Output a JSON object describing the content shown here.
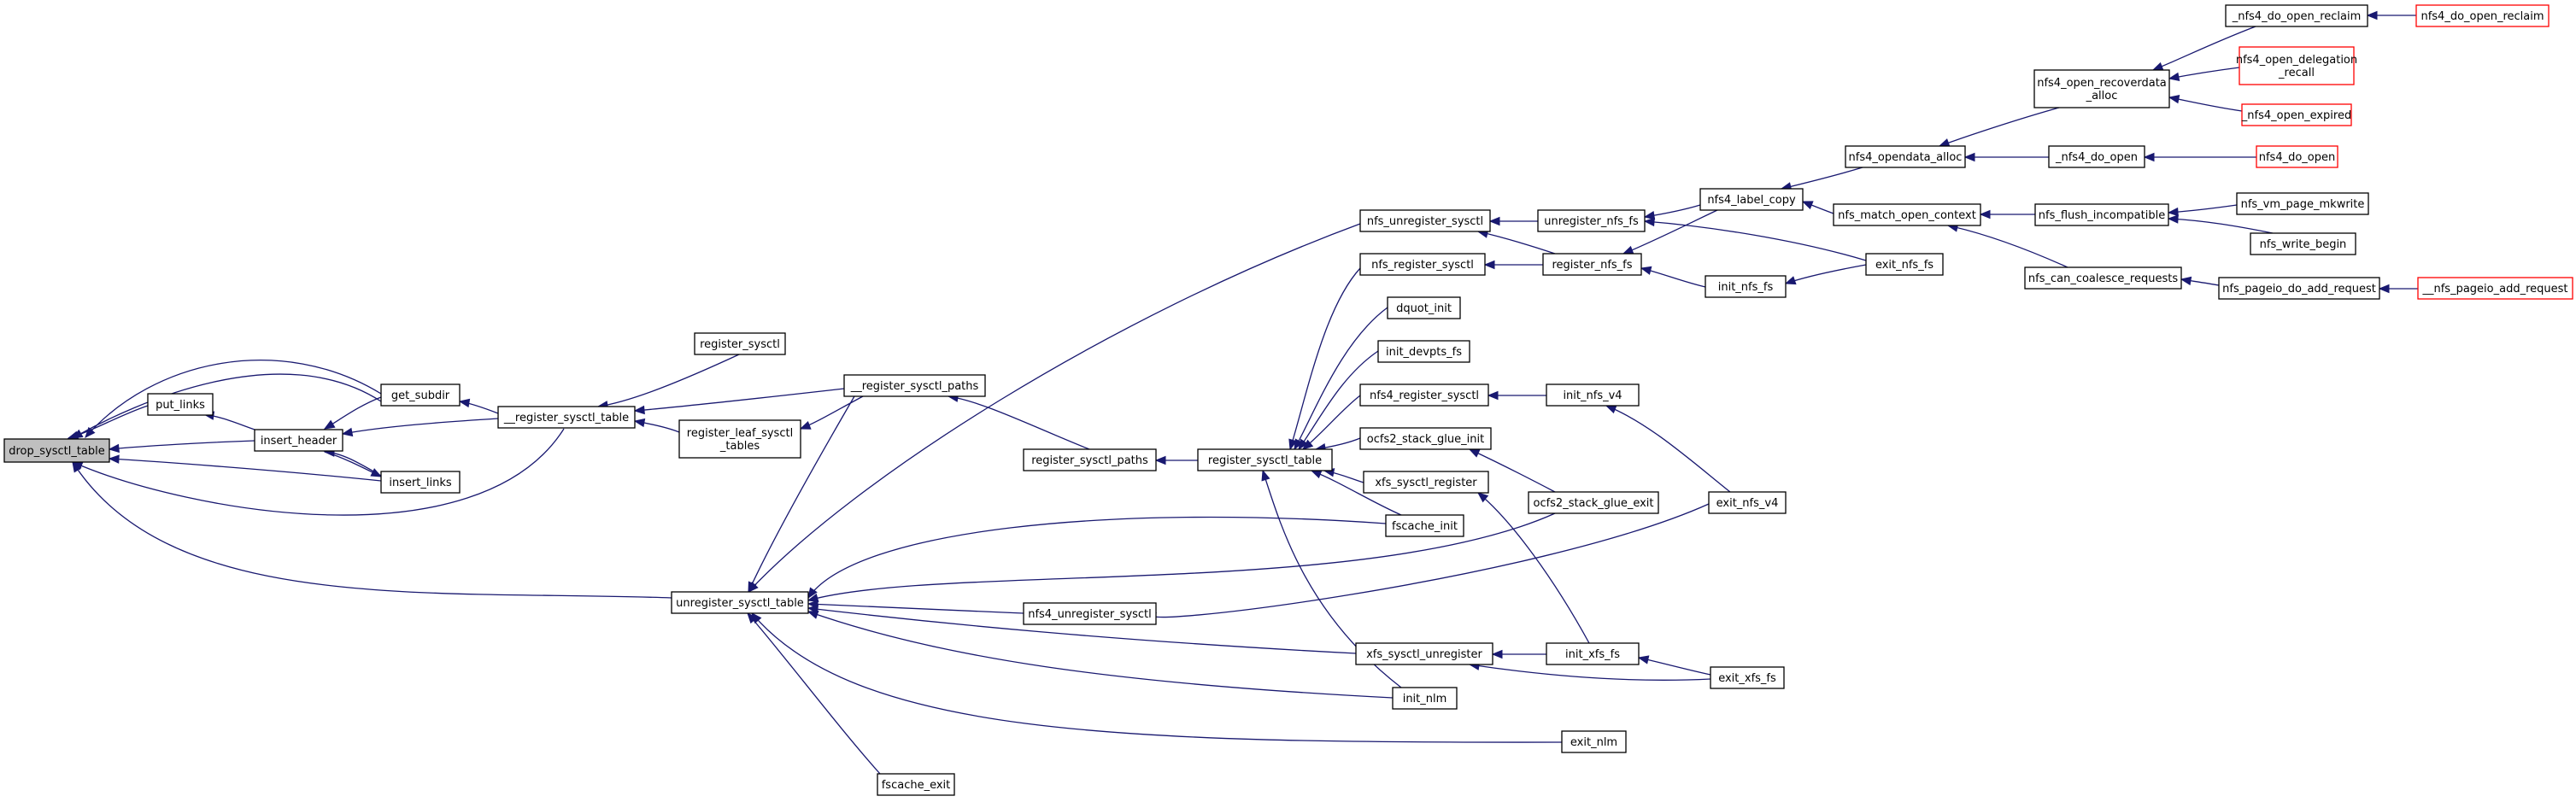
{
  "graph": {
    "type": "call-graph",
    "colors": {
      "edge": "#191970",
      "root_fill": "#bfbfbf",
      "node_border": "#000000",
      "truncated_border": "#ff0000"
    },
    "nodes": [
      {
        "id": "drop",
        "lines": [
          "drop_sysctl_table"
        ],
        "root": true
      },
      {
        "id": "put_links",
        "lines": [
          "put_links"
        ]
      },
      {
        "id": "insert_header",
        "lines": [
          "insert_header"
        ]
      },
      {
        "id": "get_subdir",
        "lines": [
          "get_subdir"
        ]
      },
      {
        "id": "insert_links",
        "lines": [
          "insert_links"
        ]
      },
      {
        "id": "__register_sysctl_table",
        "lines": [
          "__register_sysctl_table"
        ]
      },
      {
        "id": "register_sysctl",
        "lines": [
          "register_sysctl"
        ]
      },
      {
        "id": "register_leaf",
        "lines": [
          "register_leaf_sysctl",
          "_tables"
        ]
      },
      {
        "id": "__register_sysctl_paths",
        "lines": [
          "__register_sysctl_paths"
        ]
      },
      {
        "id": "register_sysctl_paths",
        "lines": [
          "register_sysctl_paths"
        ]
      },
      {
        "id": "register_sysctl_table",
        "lines": [
          "register_sysctl_table"
        ]
      },
      {
        "id": "unregister_sysctl_table",
        "lines": [
          "unregister_sysctl_table"
        ]
      },
      {
        "id": "fscache_exit",
        "lines": [
          "fscache_exit"
        ]
      },
      {
        "id": "nfs4_unregister_sysctl",
        "lines": [
          "nfs4_unregister_sysctl"
        ]
      },
      {
        "id": "nfs_unregister_sysctl",
        "lines": [
          "nfs_unregister_sysctl"
        ]
      },
      {
        "id": "nfs_register_sysctl",
        "lines": [
          "nfs_register_sysctl"
        ]
      },
      {
        "id": "dquot_init",
        "lines": [
          "dquot_init"
        ]
      },
      {
        "id": "init_devpts_fs",
        "lines": [
          "init_devpts_fs"
        ]
      },
      {
        "id": "nfs4_register_sysctl",
        "lines": [
          "nfs4_register_sysctl"
        ]
      },
      {
        "id": "ocfs2_stack_glue_init",
        "lines": [
          "ocfs2_stack_glue_init"
        ]
      },
      {
        "id": "xfs_sysctl_register",
        "lines": [
          "xfs_sysctl_register"
        ]
      },
      {
        "id": "fscache_init",
        "lines": [
          "fscache_init"
        ]
      },
      {
        "id": "xfs_sysctl_unregister",
        "lines": [
          "xfs_sysctl_unregister"
        ]
      },
      {
        "id": "init_nlm",
        "lines": [
          "init_nlm"
        ]
      },
      {
        "id": "exit_nlm",
        "lines": [
          "exit_nlm"
        ]
      },
      {
        "id": "unregister_nfs_fs",
        "lines": [
          "unregister_nfs_fs"
        ]
      },
      {
        "id": "register_nfs_fs",
        "lines": [
          "register_nfs_fs"
        ]
      },
      {
        "id": "init_nfs_v4",
        "lines": [
          "init_nfs_v4"
        ]
      },
      {
        "id": "ocfs2_stack_glue_exit",
        "lines": [
          "ocfs2_stack_glue_exit"
        ]
      },
      {
        "id": "init_xfs_fs",
        "lines": [
          "init_xfs_fs"
        ]
      },
      {
        "id": "nfs4_label_copy",
        "lines": [
          "nfs4_label_copy"
        ]
      },
      {
        "id": "init_nfs_fs",
        "lines": [
          "init_nfs_fs"
        ]
      },
      {
        "id": "exit_nfs_fs",
        "lines": [
          "exit_nfs_fs"
        ]
      },
      {
        "id": "exit_nfs_v4",
        "lines": [
          "exit_nfs_v4"
        ]
      },
      {
        "id": "exit_xfs_fs",
        "lines": [
          "exit_xfs_fs"
        ]
      },
      {
        "id": "nfs4_opendata_alloc",
        "lines": [
          "nfs4_opendata_alloc"
        ]
      },
      {
        "id": "nfs_match_open_context",
        "lines": [
          "nfs_match_open_context"
        ]
      },
      {
        "id": "_nfs4_do_open",
        "lines": [
          "_nfs4_do_open"
        ]
      },
      {
        "id": "nfs4_open_recoverdata_alloc",
        "lines": [
          "nfs4_open_recoverdata",
          "_alloc"
        ]
      },
      {
        "id": "_nfs4_do_open_reclaim",
        "lines": [
          "_nfs4_do_open_reclaim"
        ]
      },
      {
        "id": "nfs_flush_incompatible",
        "lines": [
          "nfs_flush_incompatible"
        ]
      },
      {
        "id": "nfs_can_coalesce_requests",
        "lines": [
          "nfs_can_coalesce_requests"
        ]
      },
      {
        "id": "nfs4_do_open_reclaim",
        "lines": [
          "nfs4_do_open_reclaim"
        ],
        "truncated": true
      },
      {
        "id": "nfs4_open_delegation_recall",
        "lines": [
          "nfs4_open_delegation",
          "_recall"
        ],
        "truncated": true
      },
      {
        "id": "_nfs4_open_expired",
        "lines": [
          "_nfs4_open_expired"
        ],
        "truncated": true
      },
      {
        "id": "nfs4_do_open",
        "lines": [
          "nfs4_do_open"
        ],
        "truncated": true
      },
      {
        "id": "nfs_vm_page_mkwrite",
        "lines": [
          "nfs_vm_page_mkwrite"
        ]
      },
      {
        "id": "nfs_write_begin",
        "lines": [
          "nfs_write_begin"
        ]
      },
      {
        "id": "nfs_pageio_do_add_request",
        "lines": [
          "nfs_pageio_do_add_request"
        ]
      },
      {
        "id": "__nfs_pageio_add_request",
        "lines": [
          "__nfs_pageio_add_request"
        ],
        "truncated": true
      }
    ]
  }
}
